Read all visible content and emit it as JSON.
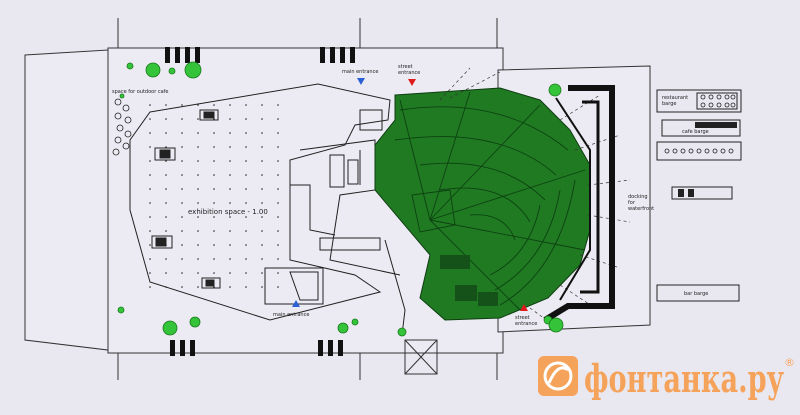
{
  "plan": {
    "labels": {
      "outdoor_cafe": "space for outdoor cafe",
      "exhibition": "exhibition space  -  1.00",
      "main_entrance_top": "main entrance",
      "main_entrance_bottom": "main entrance",
      "street_entrance_top": "street\nentrance",
      "street_entrance_bottom": "street\nentrance",
      "docking": "docking\nfor\nwaterfront",
      "restaurant_barge": "restaurant\nbarge",
      "cafe_barge": "cafe barge",
      "bar_barge": "bar barge"
    },
    "colors": {
      "background": "#e9e8f1",
      "line": "#1a1a1a",
      "auditorium": "#1f7a22",
      "tree": "#35c33a",
      "marker_blue": "#2a5fd6",
      "marker_red": "#e11b1b"
    }
  },
  "watermark": {
    "text": "фонтанка.ру",
    "registered_mark": "®",
    "color": "#f5a25a"
  }
}
